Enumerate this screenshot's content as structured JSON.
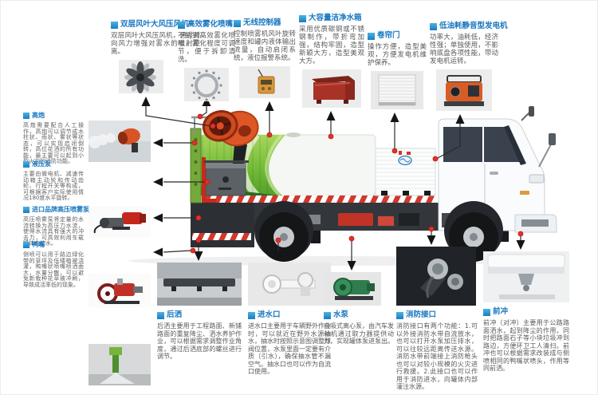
{
  "colors": {
    "accent_blue": "#1877c0",
    "bullet_blue": "#2f9fd9",
    "dot_red": "#e2312a",
    "line_black": "#2b2b2b",
    "truck_green": "#7dc242",
    "truck_red": "#c8342a"
  },
  "truck": {
    "illustration": "dust-suppression-spray-truck",
    "logo_icon": "brand-logo"
  },
  "callouts": {
    "top": [
      {
        "photo": "fan-blades-photo",
        "title": "双层风叶大风压风机",
        "body": "双层风叶大风压风机，通过对向风力增强对雾水的喷射距离。"
      },
      {
        "photo": "nozzle-ring-photo",
        "title": "高效雾化喷嘴",
        "body": "不锈钢高效雾化喷嘴，雾化程度可调节，便于拆卸清洗。"
      },
      {
        "photo": "remote-controller-photo",
        "title": "无线控制器",
        "body": "控制喷雾机风叶旋转速度和罐内液体输出流量，自动启闭系统，液位报警系统。"
      },
      {
        "photo": "water-tank-photo",
        "title": "大容量洁净水箱",
        "body": "采用优质碳钢或不锈钢制作，带折弯加强，结构牢固，造型新颖大方，造型美观大方。"
      },
      {
        "photo": "roller-door-photo",
        "title": "卷帘门",
        "body": "操作方便，造型美观，方便发电机维护保养。"
      },
      {
        "photo": "generator-photo",
        "title": "低油耗静音型发电机",
        "body": "功率大，油耗低，经济性强；单独使用，不影响底盘各项性能，带动发电机运转。"
      }
    ],
    "left": [
      {
        "photo": "cannon-spray-photo",
        "title": "高炮",
        "body": "高炮需要配合人工操作，高炮可以调节成水柱状、雨状、雾状等状态，可以实现启闭倒转，高位花洒的所有功能，最主要可以起到小型火灾的消防功能。"
      },
      {
        "photo": "hydraulic-pump-photo",
        "title": "液压泵",
        "body": "主要由微电机、减速传动箱主动轮和传动齿轮、行程开关等构成，可根据客户实际使用情况180度水平旋转。"
      },
      {
        "photo": "pressure-pump-photo",
        "title": "进口品牌高压喷雾泵",
        "body": "高压喷雾泵将定量的水流转换为高压力水流，使得水流具有强大的冲击力，可高效利用车载罐体内的水。"
      },
      {
        "photo": "duckbill-spray-photo",
        "title": "鸭嘴",
        "body": "侧喷可以用于路边绿化带的草坪及低矮植被浇灌，鸭嘴状喷嘴喷洒面大，水量分散，可以避免新栽种花草被冲刷，导致成活率低的现象。"
      }
    ],
    "bottom": [
      {
        "photo": "rear-spray-photo",
        "title": "后洒",
        "body": "后洒主要用于工程路面、新铺路面的重复降尘、洒水养护作业，可以根据需求调整作业角度，通过后洒底部的螺丝进行调节。"
      },
      {
        "photo": "water-inlet-photo",
        "title": "进水口",
        "body": "进水口主要用于车辆野外作业时，可以就近在野外水源抽水，抽水时按照示意图调整球阀位置，水泵里面一定要有介质（引水），确保抽水管不漏空气。抽水口也可以作为自流口使用。"
      },
      {
        "photo": "water-pump-photo",
        "title": "水泵",
        "body": "自吸式离心泵，由汽车发动机通过取力器提供动力，实现罐体泵进泵出。"
      },
      {
        "photo": "fire-connector-photo",
        "title": "消防接口",
        "body": "消防接口有两个功能：1.可以外接消防水带自流放水，也可以打开水泵加压排水，可以往较远距离传送水源。消防水带前端接上消防枪头也可以对较小规模的火灾进行救援。2.此接口也可以作用于消防进水，向罐体内部灌注水源。"
      },
      {
        "photo": "front-flush-photo",
        "title": "前冲",
        "body": "前冲（对冲）主要用于公路路面洒水，起到降尘的作用，同时把路面石子等小块垃圾冲到路边，方便环卫工人清扫。前冲也可以根据需求改装成与侧喷相同的鸭嘴状喷头，作用等同前洒。"
      }
    ]
  }
}
